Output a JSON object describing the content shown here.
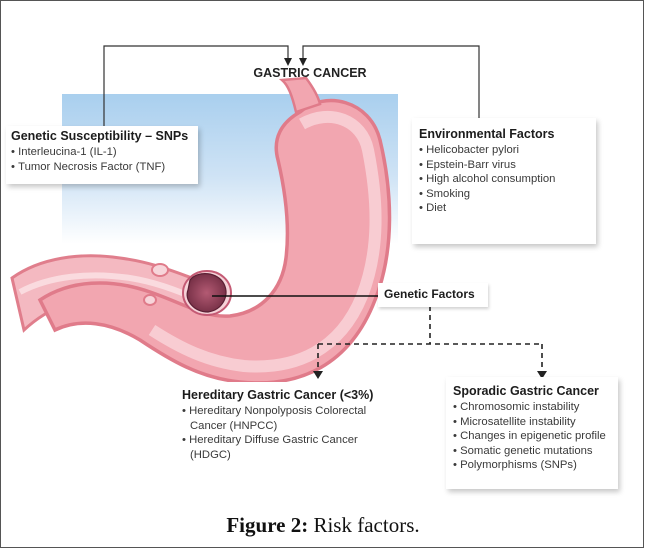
{
  "diagram": {
    "title": "GASTRIC CANCER",
    "genetic_susceptibility": {
      "heading": "Genetic Susceptibility – SNPs",
      "items": [
        "Interleucina-1 (IL-1)",
        "Tumor Necrosis Factor (TNF)"
      ]
    },
    "environmental": {
      "heading": "Environmental Factors",
      "items": [
        "Helicobacter pylori",
        "Epstein-Barr virus",
        "High alcohol consumption",
        "Smoking",
        "Diet"
      ]
    },
    "genetic_factors": {
      "heading": "Genetic Factors"
    },
    "hereditary": {
      "heading": "Hereditary Gastric Cancer (<3%)",
      "items": [
        "Hereditary Nonpolyposis Colorectal Cancer (HNPCC)",
        "Hereditary Diffuse Gastric Cancer (HDGC)"
      ]
    },
    "sporadic": {
      "heading": "Sporadic Gastric Cancer",
      "items": [
        "Chromosomic instability",
        "Microsatellite instability",
        "Changes in epigenetic profile",
        "Somatic genetic mutations",
        "Polymorphisms (SNPs)"
      ]
    }
  },
  "caption": {
    "label": "Figure 2:",
    "text": " Risk factors."
  },
  "colors": {
    "stomach_outer": "#e88a96",
    "stomach_inner": "#f7c9cf",
    "tumor": "#8a3b54",
    "blue_background": "#a9cfee",
    "lines": "#222222"
  }
}
